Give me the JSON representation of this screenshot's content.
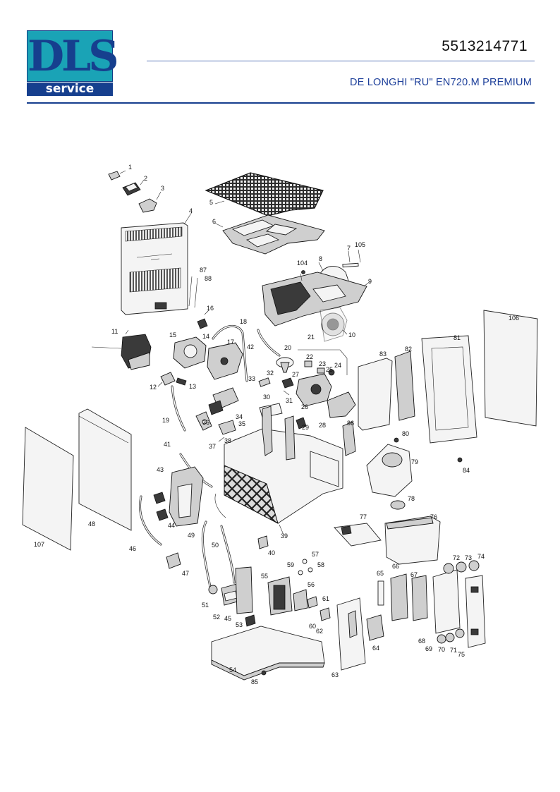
{
  "header": {
    "logo_main": "DLS",
    "logo_sub": "service",
    "part_number": "5513214771",
    "model": "DE LONGHI \"RU\" EN720.M PREMIUM"
  },
  "diagram": {
    "callouts": [
      "1",
      "2",
      "3",
      "4",
      "5",
      "6",
      "7",
      "8",
      "9",
      "10",
      "11",
      "12",
      "13",
      "14",
      "15",
      "16",
      "17",
      "18",
      "19",
      "20",
      "21",
      "22",
      "23",
      "24",
      "25",
      "26",
      "27",
      "28",
      "29",
      "30",
      "31",
      "32",
      "33",
      "34",
      "35",
      "36",
      "37",
      "38",
      "39",
      "40",
      "41",
      "42",
      "43",
      "44",
      "45",
      "46",
      "47",
      "48",
      "49",
      "50",
      "51",
      "52",
      "53",
      "54",
      "55",
      "56",
      "57",
      "58",
      "59",
      "60",
      "61",
      "62",
      "63",
      "64",
      "65",
      "66",
      "67",
      "68",
      "69",
      "70",
      "71",
      "72",
      "73",
      "74",
      "75",
      "76",
      "77",
      "78",
      "79",
      "80",
      "81",
      "82",
      "83",
      "84",
      "85",
      "86",
      "87",
      "88",
      "104",
      "105",
      "106",
      "107"
    ]
  }
}
